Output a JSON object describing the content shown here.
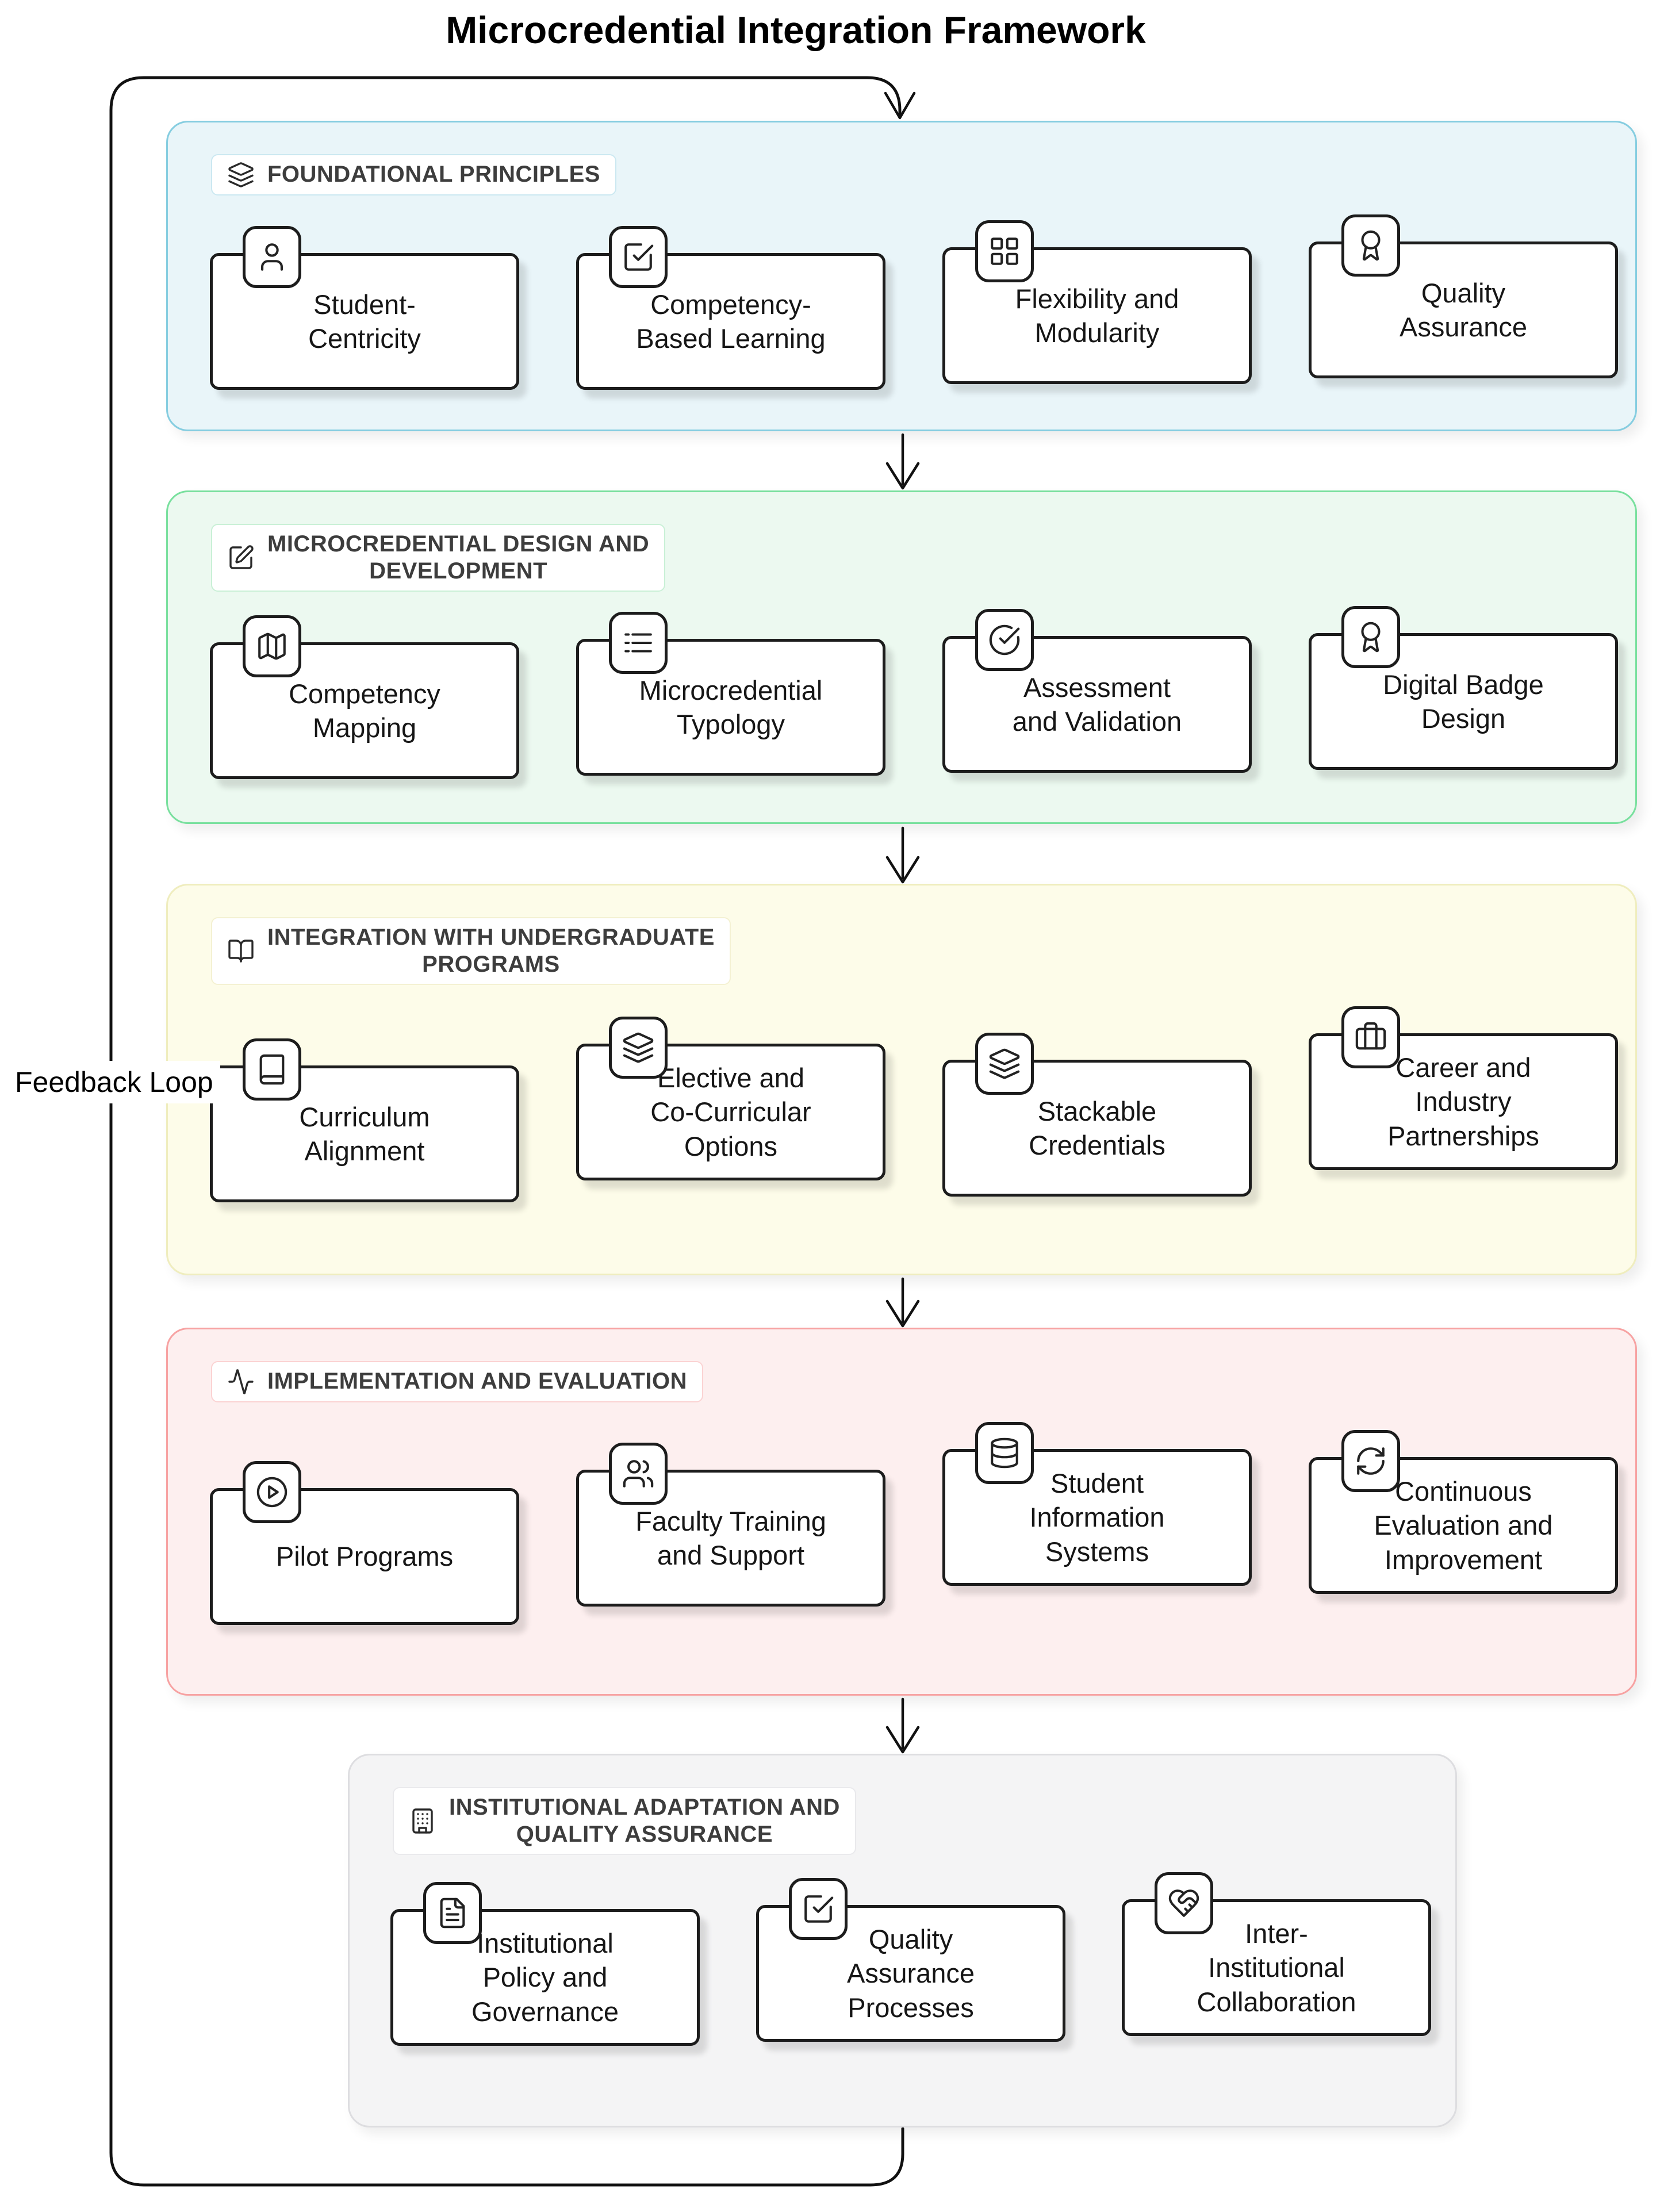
{
  "title": "Microcredential Integration Framework",
  "feedback_loop_label": "Feedback Loop",
  "sections": [
    {
      "id": "foundational-principles",
      "label": "FOUNDATIONAL PRINCIPLES",
      "icon": "layers-icon",
      "colors": {
        "bg": "#e9f5f9",
        "border": "#85cde0",
        "header_border": "#cbe8f1"
      },
      "cards": [
        {
          "label": "Student-\nCentricity",
          "icon": "user-icon"
        },
        {
          "label": "Competency-\nBased Learning",
          "icon": "square-check-icon"
        },
        {
          "label": "Flexibility and\nModularity",
          "icon": "grid-icon"
        },
        {
          "label": "Quality\nAssurance",
          "icon": "award-icon"
        }
      ]
    },
    {
      "id": "microcredential-design-and-development",
      "label": "MICROCREDENTIAL DESIGN AND\nDEVELOPMENT",
      "icon": "square-pen-icon",
      "colors": {
        "bg": "#ecf9f0",
        "border": "#79e09e",
        "header_border": "#c9f0d6"
      },
      "cards": [
        {
          "label": "Competency\nMapping",
          "icon": "map-icon"
        },
        {
          "label": "Microcredential\nTypology",
          "icon": "list-icon"
        },
        {
          "label": "Assessment\nand Validation",
          "icon": "circle-check-icon"
        },
        {
          "label": "Digital Badge\nDesign",
          "icon": "award-icon"
        }
      ]
    },
    {
      "id": "integration-with-undergraduate-programs",
      "label": "INTEGRATION WITH UNDERGRADUATE\nPROGRAMS",
      "icon": "book-open-icon",
      "colors": {
        "bg": "#fdfce9",
        "border": "#efedbe",
        "header_border": "#f4f1d2"
      },
      "cards": [
        {
          "label": "Curriculum\nAlignment",
          "icon": "book-icon"
        },
        {
          "label": "Elective and\nCo-Curricular\nOptions",
          "icon": "layers-icon"
        },
        {
          "label": "Stackable\nCredentials",
          "icon": "layers-icon"
        },
        {
          "label": "Career and\nIndustry\nPartnerships",
          "icon": "briefcase-icon"
        }
      ]
    },
    {
      "id": "implementation-and-evaluation",
      "label": "IMPLEMENTATION AND EVALUATION",
      "icon": "activity-icon",
      "colors": {
        "bg": "#fdefef",
        "border": "#f7a2a2",
        "header_border": "#fbd3d3"
      },
      "cards": [
        {
          "label": "Pilot Programs",
          "icon": "play-circle-icon"
        },
        {
          "label": "Faculty Training\nand Support",
          "icon": "users-icon"
        },
        {
          "label": "Student\nInformation\nSystems",
          "icon": "database-icon"
        },
        {
          "label": "Continuous\nEvaluation and\nImprovement",
          "icon": "refresh-icon"
        }
      ]
    },
    {
      "id": "institutional-adaptation-and-quality-assurance",
      "label": "INSTITUTIONAL ADAPTATION AND\nQUALITY ASSURANCE",
      "icon": "building-icon",
      "colors": {
        "bg": "#f4f4f5",
        "border": "#dddde0",
        "header_border": "#e9e9ec"
      },
      "cards": [
        {
          "label": "Institutional\nPolicy and\nGovernance",
          "icon": "file-text-icon"
        },
        {
          "label": "Quality\nAssurance\nProcesses",
          "icon": "square-check-icon"
        },
        {
          "label": "Inter-\nInstitutional\nCollaboration",
          "icon": "heart-handshake-icon"
        }
      ]
    }
  ]
}
